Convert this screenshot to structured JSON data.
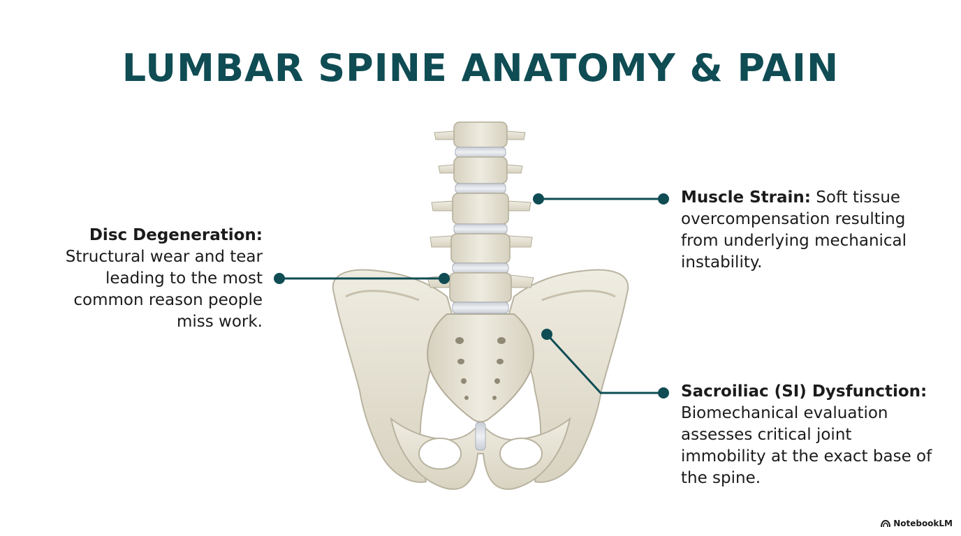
{
  "title": "LUMBAR SPINE ANATOMY & PAIN",
  "callouts": {
    "disc": {
      "heading": "Disc Degeneration:",
      "body": "Structural wear and tear leading to the most common reason people miss work."
    },
    "muscle": {
      "heading": "Muscle Strain:",
      "body": "Soft tissue overcompensation resulting from underlying mechanical instability."
    },
    "si": {
      "heading": "Sacroiliac (SI) Dysfunction:",
      "body": "Biomechanical evaluation assesses critical joint immobility at the exact base of the spine."
    }
  },
  "brand": {
    "label": "NotebookLM",
    "icon": "notebooklm-logo-icon"
  },
  "colors": {
    "title": "#0f4c54",
    "leader": "#0f4c54",
    "bone": "#e6e2d3",
    "bone_shadow": "#bdb7a3",
    "disc": "#d9dde2"
  }
}
